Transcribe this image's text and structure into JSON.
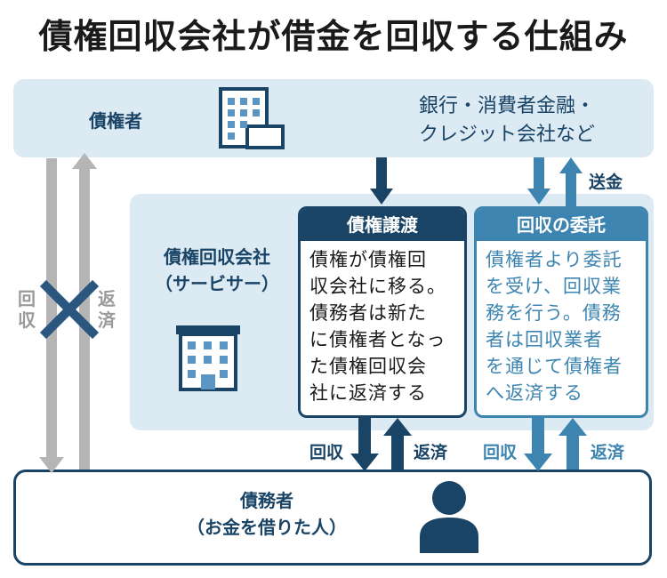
{
  "title": "債権回収会社が借金を回収する仕組み",
  "creditor": {
    "label": "債権者",
    "description_line1": "銀行・消費者金融・",
    "description_line2": "クレジット会社など"
  },
  "servicer": {
    "label_line1": "債権回収会社",
    "label_line2": "（サービサー）"
  },
  "debtor": {
    "label_line1": "債務者",
    "label_line2": "（お金を借りた人）"
  },
  "transfer_box": {
    "header": "債権譲渡",
    "lines": [
      "債権が債権回",
      "収会社に移る。",
      "債務者は新た",
      "に債権者となっ",
      "た債権回収会",
      "社に返済する"
    ]
  },
  "entrust_box": {
    "header": "回収の委託",
    "lines": [
      "債権者より委託",
      "を受け、回収業",
      "務を行う。債務",
      "者は回収業者",
      "を通じて債権者",
      "へ返済する"
    ]
  },
  "flows": {
    "remit": "送金",
    "collect_left": "回収",
    "repay_left": "返済",
    "collect_right": "回収",
    "repay_right": "返済",
    "direct_collect": "回収",
    "direct_repay": "返済"
  },
  "colors": {
    "dark_navy": "#1a4466",
    "mid_blue": "#3d85b0",
    "band_light": "#dceaf3",
    "gray_arrow": "#b5b5b5",
    "cross": "#2b5680"
  },
  "icons": [
    "office-building-icon",
    "office-building-icon",
    "person-icon"
  ]
}
